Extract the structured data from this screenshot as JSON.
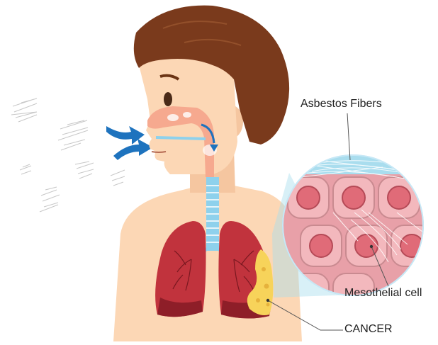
{
  "labels": {
    "asbestos_fibers": "Asbestos Fibers",
    "mesothelial_cell": "Mesothelial cell",
    "cancer": "CANCER"
  },
  "colors": {
    "skin": "#FCD7B5",
    "hair": "#7A3A1C",
    "lung": "#C1333D",
    "lung_dark": "#8E1E28",
    "airway": "#8ED1EC",
    "airflow_arrow": "#1E73BE",
    "tumor": "#F7D35A",
    "cell_outer": "#F3B8BD",
    "cell_inner": "#E06B78",
    "magnifier_bg": "#A9DDEE"
  }
}
